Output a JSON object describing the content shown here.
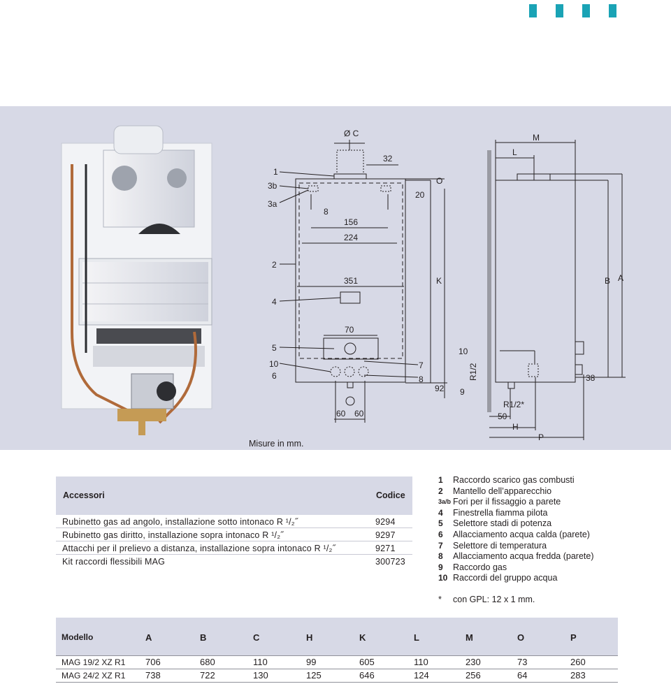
{
  "header": {
    "decoration": "four teal blocks",
    "accent_color": "#1aa3b5",
    "panel_color": "#d7d9e6"
  },
  "photo": {
    "description_icon": "water-heater-photo"
  },
  "drawing": {
    "front_labels": {
      "phi_c": "Ø C",
      "d32": "32",
      "d20": "20",
      "d8": "8",
      "d156": "156",
      "d224": "224",
      "d351": "351",
      "d70": "70",
      "d60a": "60",
      "d60b": "60",
      "O": "O",
      "K": "K",
      "d92": "92"
    },
    "callouts_left": [
      "1",
      "3b",
      "3a",
      "2",
      "4",
      "5",
      "10",
      "6"
    ],
    "callouts_right": [
      "7",
      "8"
    ],
    "side_labels": {
      "M": "M",
      "L": "L",
      "B": "B",
      "A": "A",
      "n10": "10",
      "r12": "R1/2",
      "n9": "9",
      "r12s": "R1/2*",
      "d50": "50",
      "H": "H",
      "P": "P",
      "d38": "38"
    },
    "misure": "Misure in mm."
  },
  "accessories": {
    "header_left": "Accessori",
    "header_right": "Codice",
    "rows": [
      {
        "name": "Rubinetto gas ad angolo, installazione sotto intonaco R ¹/₂˝",
        "code": "9294"
      },
      {
        "name": "Rubinetto gas diritto, installazione sopra intonaco R ¹/₂˝",
        "code": "9297"
      },
      {
        "name": "Attacchi per il prelievo a distanza, installazione sopra intonaco R ¹/₂˝",
        "code": "9271"
      },
      {
        "name": "Kit raccordi flessibili MAG",
        "code": "300723"
      }
    ]
  },
  "legend": {
    "items": [
      {
        "num": "1",
        "text": "Raccordo scarico gas combusti"
      },
      {
        "num": "2",
        "text": "Mantello dell’apparecchio"
      },
      {
        "num": "3a/b",
        "text": "Fori per il fissaggio a parete"
      },
      {
        "num": "4",
        "text": "Finestrella fiamma pilota"
      },
      {
        "num": "5",
        "text": "Selettore stadi di potenza"
      },
      {
        "num": "6",
        "text": "Allacciamento acqua calda (parete)"
      },
      {
        "num": "7",
        "text": "Selettore di temperatura"
      },
      {
        "num": "8",
        "text": "Allacciamento acqua fredda (parete)"
      },
      {
        "num": "9",
        "text": "Raccordo gas"
      },
      {
        "num": "10",
        "text": "Raccordi del gruppo acqua"
      }
    ],
    "note_star": "*",
    "note_text": "con GPL: 12 x 1 mm."
  },
  "models": {
    "headers": [
      "Modello",
      "A",
      "B",
      "C",
      "H",
      "K",
      "L",
      "M",
      "O",
      "P"
    ],
    "rows": [
      [
        "MAG 19/2 XZ R1",
        "706",
        "680",
        "110",
        "99",
        "605",
        "110",
        "230",
        "73",
        "260"
      ],
      [
        "MAG 24/2 XZ R1",
        "738",
        "722",
        "130",
        "125",
        "646",
        "124",
        "256",
        "64",
        "283"
      ]
    ]
  }
}
